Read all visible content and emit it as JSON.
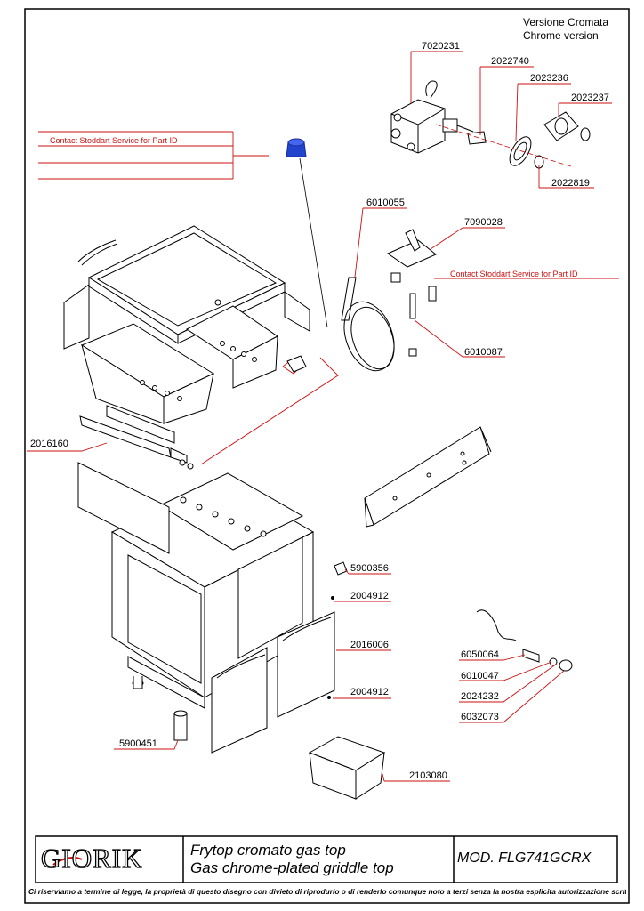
{
  "header": {
    "version_it": "Versione Cromata",
    "version_en": "Chrome version"
  },
  "callouts": {
    "c1": "7020231",
    "c2": "2022740",
    "c3": "2023236",
    "c4": "2023237",
    "c5": "2022819",
    "c6": "Contact Stoddart Service for Part ID",
    "c7": "6010055",
    "c8": "7090028",
    "c9": "Contact Stoddart Service for Part ID",
    "c10": "6010087",
    "c11": "2016160",
    "c12": "5900356",
    "c13": "2004912",
    "c14": "2016006",
    "c15": "2004912",
    "c16": "6050064",
    "c17": "6010047",
    "c18": "2024232",
    "c19": "6032073",
    "c20": "5900451",
    "c21": "2103080"
  },
  "title_block": {
    "logo_text": "GIORIK",
    "title_it": "Frytop cromato gas top",
    "title_en": "Gas chrome-plated griddle top",
    "model": "MOD. FLG741GCRX"
  },
  "footer": "Ci riserviamo a termine di legge, la proprietà di questo disegno con divieto di riprodurlo o di renderlo comunque noto a terzi senza la nostra esplicita autorizzazione scritta",
  "colors": {
    "leader": "#cc1111",
    "line": "#000000",
    "highlight": "#2244cc"
  }
}
